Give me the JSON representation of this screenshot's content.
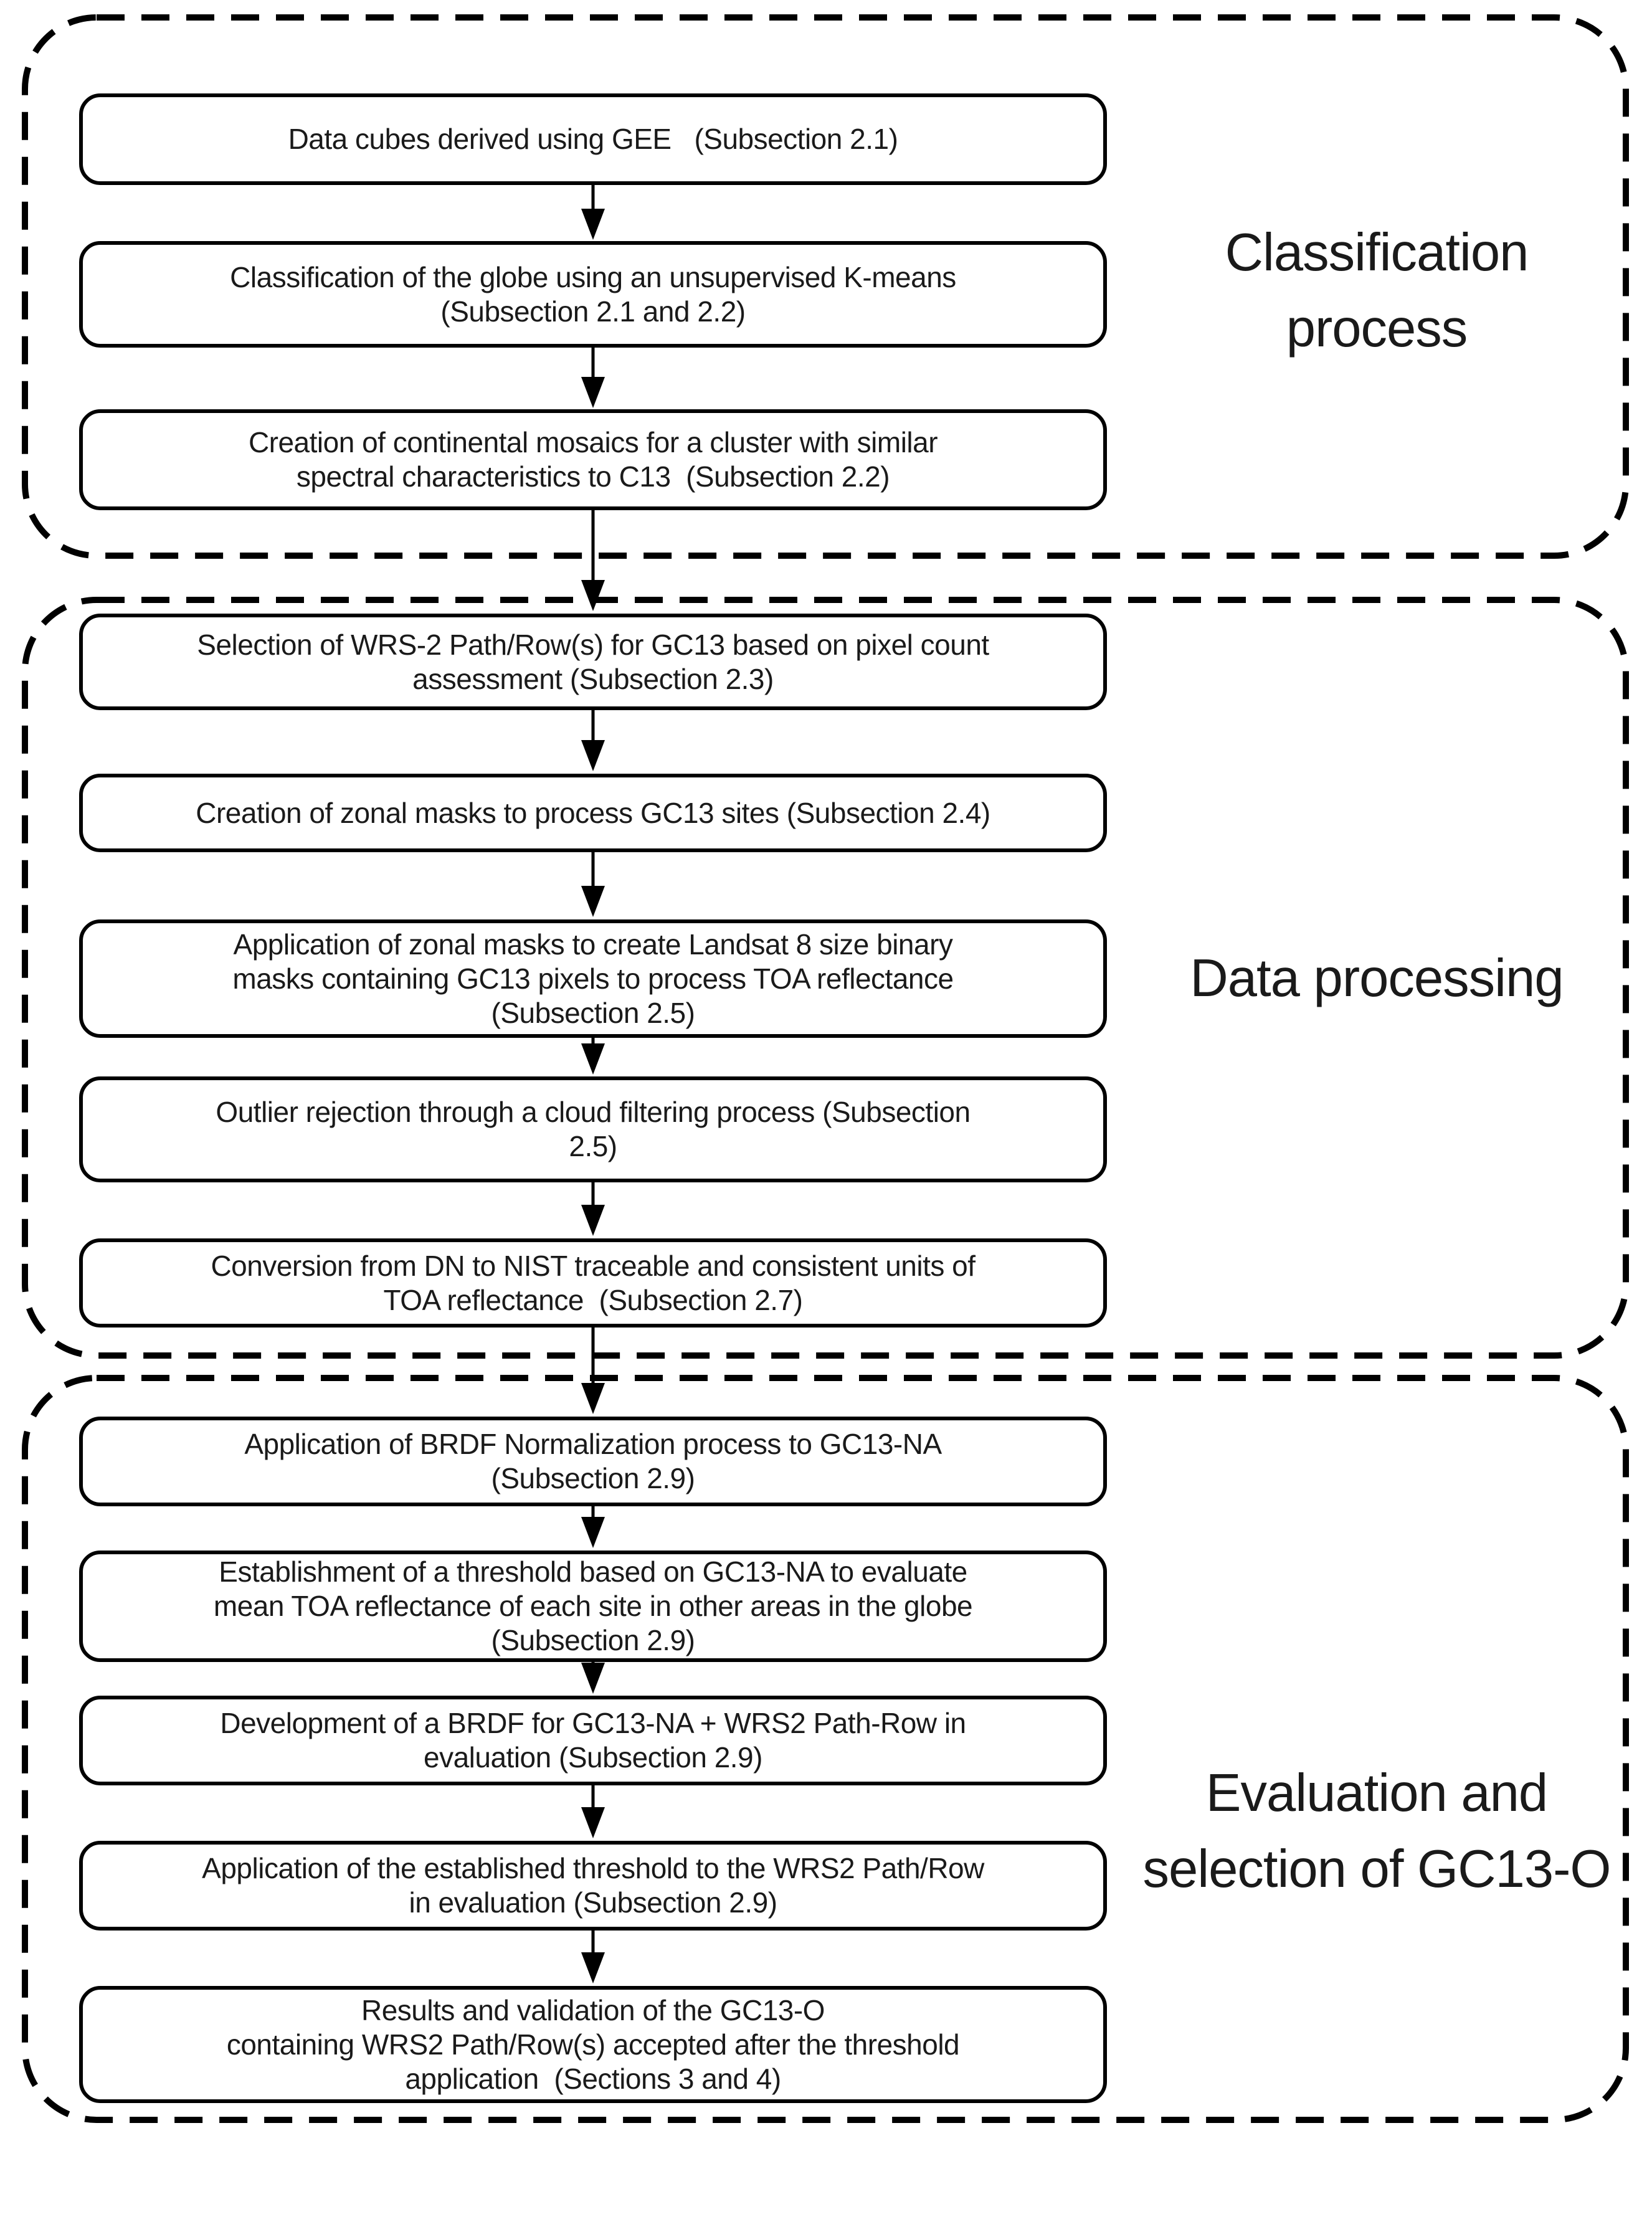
{
  "diagram": {
    "colors": {
      "line": "#000000",
      "text": "#1a1a1a",
      "background": "#ffffff"
    },
    "sections": [
      {
        "label": "Classification\nprocess",
        "boxes": [
          {
            "text": "Data cubes derived using GEE   (Subsection 2.1)"
          },
          {
            "text": "Classification of the globe using an unsupervised K-means\n(Subsection 2.1 and 2.2)"
          },
          {
            "text": "Creation of continental mosaics for a cluster with similar\nspectral characteristics to C13  (Subsection 2.2)"
          }
        ]
      },
      {
        "label": "Data processing",
        "boxes": [
          {
            "text": "Selection of WRS-2 Path/Row(s) for GC13 based on pixel count\nassessment (Subsection 2.3)"
          },
          {
            "text": "Creation of zonal masks to process GC13 sites (Subsection 2.4)"
          },
          {
            "text": "Application of zonal masks to create Landsat 8 size binary\nmasks containing GC13 pixels to process TOA reflectance\n(Subsection 2.5)"
          },
          {
            "text": "Outlier rejection through a cloud filtering process (Subsection\n2.5)"
          },
          {
            "text": "Conversion from DN to NIST traceable and consistent units of\nTOA reflectance  (Subsection 2.7)"
          }
        ]
      },
      {
        "label": "Evaluation and\nselection of GC13-O",
        "boxes": [
          {
            "text": "Application of BRDF Normalization process to GC13-NA\n(Subsection 2.9)"
          },
          {
            "text": "Establishment of a threshold based on GC13-NA to evaluate\nmean TOA reflectance of each site in other areas in the globe\n(Subsection 2.9)"
          },
          {
            "text": "Development of a BRDF for GC13-NA + WRS2 Path-Row in\nevaluation (Subsection 2.9)"
          },
          {
            "text": "Application of the established threshold to the WRS2 Path/Row\nin evaluation (Subsection 2.9)"
          },
          {
            "text": "Results and validation of the GC13-O\ncontaining WRS2 Path/Row(s) accepted after the threshold\napplication  (Sections 3 and 4)"
          }
        ]
      }
    ]
  }
}
